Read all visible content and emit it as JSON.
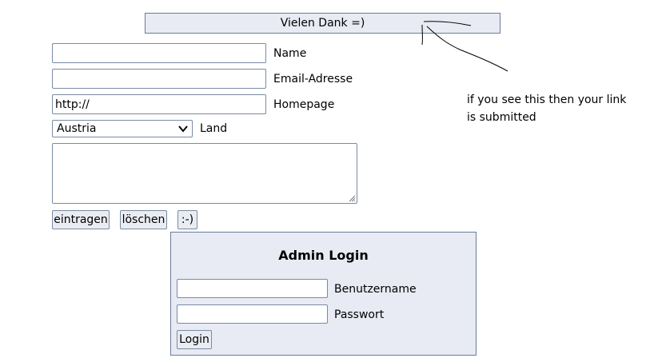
{
  "banner": {
    "text": "Vielen Dank =)"
  },
  "form": {
    "name": {
      "value": "",
      "label": "Name"
    },
    "email": {
      "value": "",
      "label": "Email-Adresse"
    },
    "homepage": {
      "value": "http://",
      "label": "Homepage"
    },
    "country": {
      "selected": "Austria",
      "label": "Land"
    },
    "message": {
      "value": ""
    },
    "buttons": {
      "submit": "eintragen",
      "reset": "löschen",
      "smiley": ":-)"
    }
  },
  "annotation": {
    "text": "if you see this then your link is submitted"
  },
  "admin": {
    "title": "Admin Login",
    "username": {
      "value": "",
      "label": "Benutzername"
    },
    "password": {
      "value": "",
      "label": "Passwort"
    },
    "login_label": "Login"
  }
}
